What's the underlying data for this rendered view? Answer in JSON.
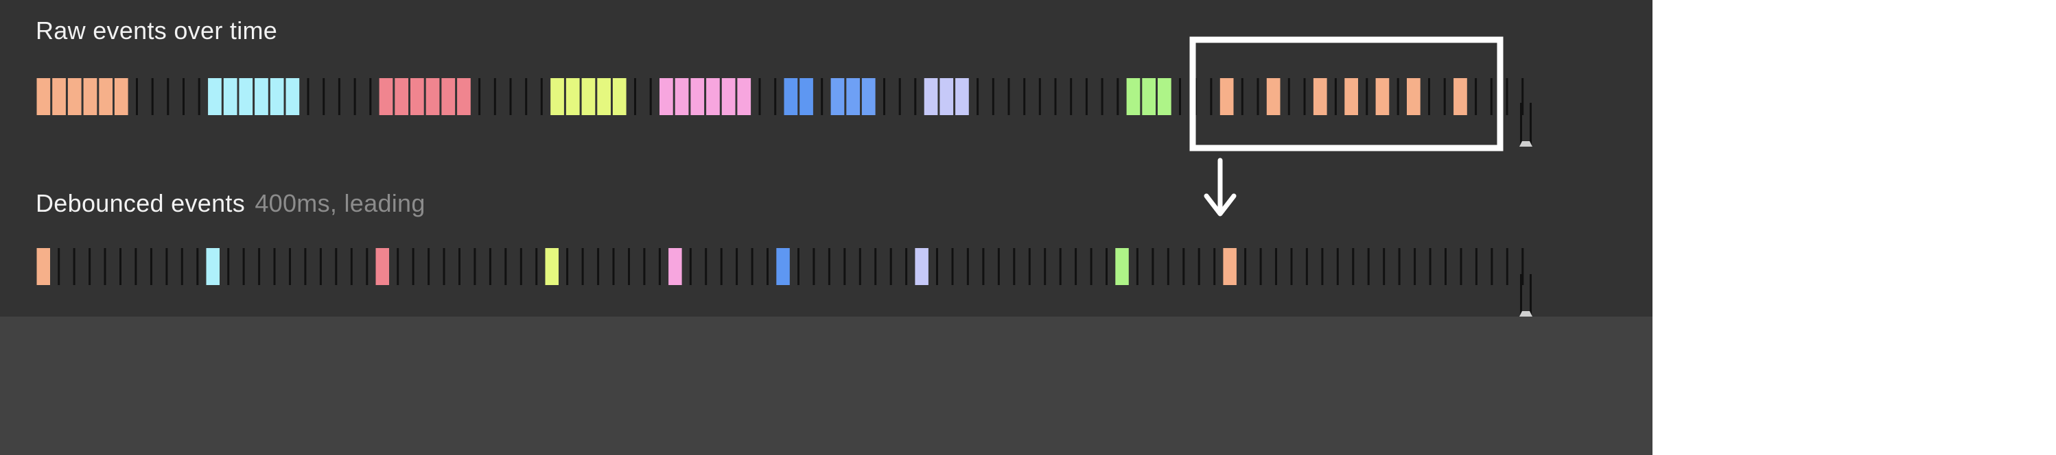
{
  "raw_events": {
    "title": "Raw events over time",
    "events": [
      {
        "color": "#f6b08a",
        "count": 6
      },
      {
        "gap": 5
      },
      {
        "color": "#aef0fb",
        "count": 6
      },
      {
        "gap": 5
      },
      {
        "color": "#f0858f",
        "count": 6
      },
      {
        "gap": 5
      },
      {
        "color": "#e5f87f",
        "count": 5
      },
      {
        "gap": 2
      },
      {
        "color": "#f7a6df",
        "count": 6
      },
      {
        "gap": 2
      },
      {
        "color": "#5e97f2",
        "count": 2
      },
      {
        "gap": 1
      },
      {
        "color": "#6ea0f5",
        "count": 3
      },
      {
        "gap": 3
      },
      {
        "color": "#c6c9f8",
        "count": 3
      },
      {
        "gap": 10
      },
      {
        "color": "#aef488",
        "count": 3
      },
      {
        "gap": 3
      },
      {
        "color": "#f6b08a",
        "count": 1
      },
      {
        "gap": 2
      },
      {
        "color": "#f6b08a",
        "count": 1
      },
      {
        "gap": 2
      },
      {
        "color": "#f6b08a",
        "count": 1
      },
      {
        "gap": 1
      },
      {
        "color": "#f6b08a",
        "count": 1
      },
      {
        "gap": 1
      },
      {
        "color": "#f6b08a",
        "count": 1
      },
      {
        "gap": 1
      },
      {
        "color": "#f6b08a",
        "count": 1
      },
      {
        "gap": 2
      },
      {
        "color": "#f6b08a",
        "count": 1
      },
      {
        "gap": 4
      }
    ]
  },
  "debounced_events": {
    "title": "Debounced events",
    "subtitle": "400ms, leading",
    "events": [
      {
        "color": "#f6b08a",
        "count": 1
      },
      {
        "gap": 10
      },
      {
        "color": "#aef0fb",
        "count": 1
      },
      {
        "gap": 10
      },
      {
        "color": "#f0858f",
        "count": 1
      },
      {
        "gap": 10
      },
      {
        "color": "#e5f87f",
        "count": 1
      },
      {
        "gap": 7
      },
      {
        "color": "#f7a6df",
        "count": 1
      },
      {
        "gap": 6
      },
      {
        "color": "#5e97f2",
        "count": 1
      },
      {
        "gap": 8
      },
      {
        "color": "#c6c9f8",
        "count": 1
      },
      {
        "gap": 12
      },
      {
        "color": "#aef488",
        "count": 1
      },
      {
        "gap": 6
      },
      {
        "color": "#f6b08a",
        "count": 1
      },
      {
        "gap": 19
      }
    ]
  },
  "colors": {
    "panel_top": "#333333",
    "panel_bottom": "#424242",
    "tick": "#111111",
    "cursor": "#e6e6e6",
    "highlight": "#ffffff"
  }
}
